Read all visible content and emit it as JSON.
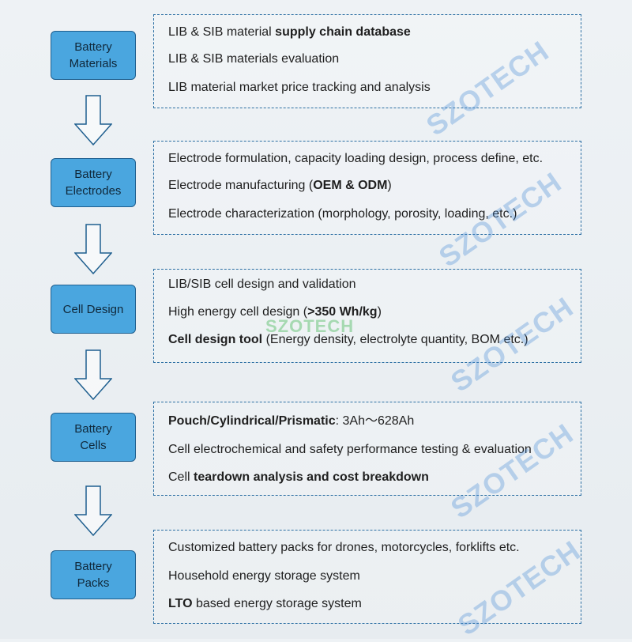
{
  "diagram": {
    "stages": [
      {
        "label": "Battery\nMaterials",
        "details": [
          [
            {
              "text": "LIB & SIB material "
            },
            {
              "text": "supply chain database",
              "bold": true
            }
          ],
          [
            {
              "text": "LIB & SIB materials evaluation"
            }
          ],
          [
            {
              "text": "LIB material market price tracking and analysis"
            }
          ]
        ]
      },
      {
        "label": "Battery\nElectrodes",
        "details": [
          [
            {
              "text": "Electrode formulation, capacity loading design, process define, etc."
            }
          ],
          [
            {
              "text": "Electrode manufacturing ("
            },
            {
              "text": "OEM & ODM",
              "bold": true
            },
            {
              "text": ")"
            }
          ],
          [
            {
              "text": "Electrode characterization (morphology, porosity, loading, etc.)"
            }
          ]
        ]
      },
      {
        "label": "Cell Design",
        "details": [
          [
            {
              "text": "LIB/SIB cell design and validation"
            }
          ],
          [
            {
              "text": "High energy cell design ("
            },
            {
              "text": ">350 Wh/kg",
              "bold": true
            },
            {
              "text": ")"
            }
          ],
          [
            {
              "text": "Cell design tool",
              "bold": true
            },
            {
              "text": " (Energy density, electrolyte quantity, BOM etc.)"
            }
          ]
        ]
      },
      {
        "label": "Battery\nCells",
        "details": [
          [
            {
              "text": "Pouch/Cylindrical/Prismatic",
              "bold": true
            },
            {
              "text": ": 3Ah～628Ah"
            }
          ],
          [
            {
              "text": "Cell electrochemical and safety performance testing & evaluation"
            }
          ],
          [
            {
              "text": "Cell "
            },
            {
              "text": "teardown analysis and cost breakdown",
              "bold": true
            }
          ]
        ]
      },
      {
        "label": "Battery\nPacks",
        "details": [
          [
            {
              "text": "Customized battery packs for drones, motorcycles, forklifts etc."
            }
          ],
          [
            {
              "text": "Household energy storage system"
            }
          ],
          [
            {
              "text": "LTO",
              "bold": true
            },
            {
              "text": " based energy storage system"
            }
          ]
        ]
      }
    ]
  },
  "watermark": {
    "text": "SZOTECH",
    "logo_text": "SZOTECH",
    "color": "#4a8cd6"
  },
  "colors": {
    "stage_fill": "#4aa6df",
    "stage_border": "#1f5f8f",
    "panel_border": "#2c6fa3",
    "arrow_stroke": "#1f5f8f"
  }
}
